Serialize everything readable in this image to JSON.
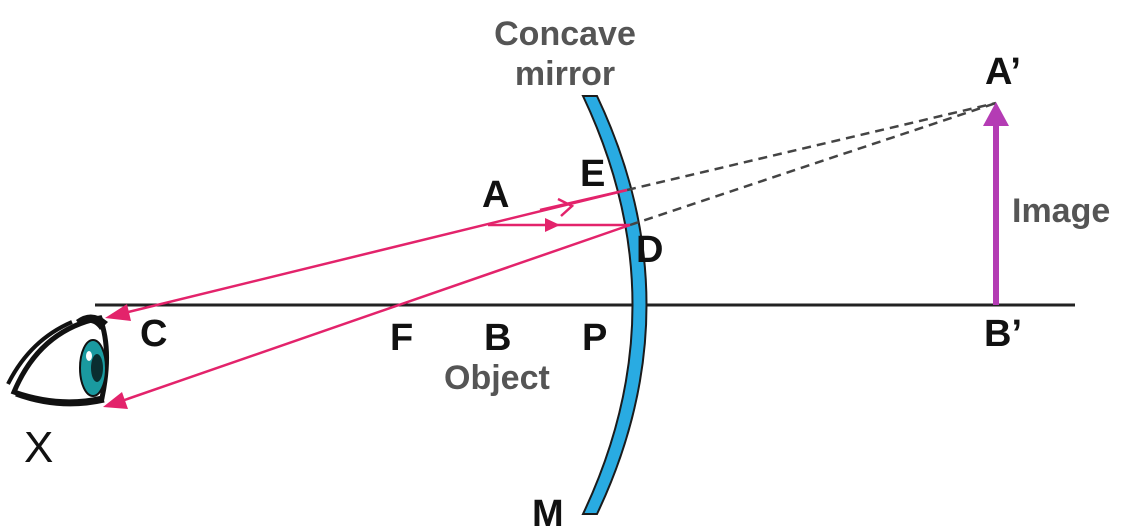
{
  "labels": {
    "title_line1": "Concave",
    "title_line2": "mirror",
    "point_a": "A",
    "point_b": "B",
    "point_c": "C",
    "point_f": "F",
    "point_p": "P",
    "point_d": "D",
    "point_e": "E",
    "point_m": "M",
    "image_top": "A’",
    "image_base": "B’",
    "image_caption": "Image",
    "object_caption": "Object",
    "observer": "X"
  },
  "colors": {
    "ray": "#e3236b",
    "mirror": "#29abe2",
    "image_arrow": "#b43cb4",
    "axis": "#222222",
    "virtual_ray": "#444444",
    "caption": "#555555",
    "eye_iris": "#1a9aa0"
  },
  "icons": {
    "observer": "eye-icon"
  }
}
